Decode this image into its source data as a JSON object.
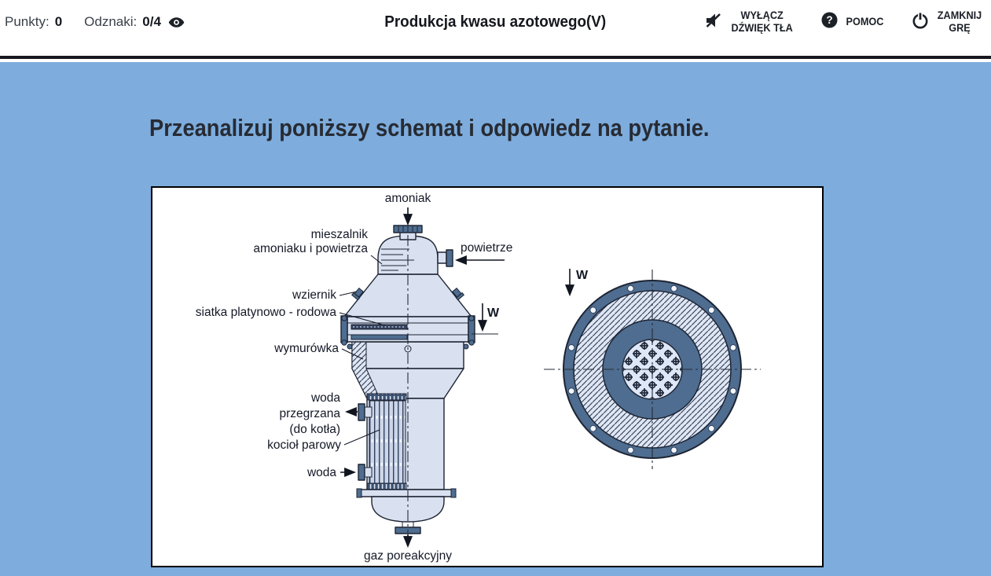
{
  "header": {
    "points": {
      "label": "Punkty:",
      "value": "0"
    },
    "badges": {
      "label": "Odznaki:",
      "value": "0/4"
    },
    "title": "Produkcja kwasu azotowego(V)",
    "buttons": {
      "mute": {
        "line1": "WYŁĄCZ",
        "line2": "DŹWIĘK TŁA"
      },
      "help": {
        "label": "POMOC",
        "icon_glyph": "?"
      },
      "close": {
        "line1": "ZAMKNIJ",
        "line2": "GRĘ"
      }
    }
  },
  "main": {
    "heading": "Przeanalizuj poniższy schemat i odpowiedz na pytanie."
  },
  "diagram": {
    "labels": {
      "ammonia": "amoniak",
      "mixer_line1": "mieszalnik",
      "mixer_line2": "amoniaku i powietrza",
      "air": "powietrze",
      "sight_glass": "wziernik",
      "platinum_mesh": "siatka platynowo - rodowa",
      "lining": "wymurówka",
      "superheated_water_line1": "woda",
      "superheated_water_line2": "przegrzana",
      "superheated_water_line3": "(do kotła)",
      "steam_boiler": "kocioł parowy",
      "water": "woda",
      "post_reaction_gas": "gaz poreakcyjny",
      "section_marker_side": "W",
      "section_marker_top": "W"
    },
    "colors": {
      "background": "#7dacdd",
      "vessel_fill": "#d9e1f0",
      "dark_slate": "#4e6d90",
      "outline": "#1d2433"
    }
  }
}
